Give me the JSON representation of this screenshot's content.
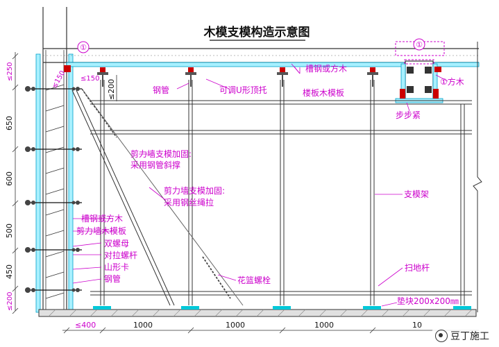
{
  "title": "木模支模构造示意图",
  "marker": "①",
  "labels": {
    "steel_pipe": "钢管",
    "adjustable_u_support": "可调U形顶托",
    "channel_or_timber": "槽钢或方木",
    "floor_formwork": "楼板木模板",
    "channel_or_timber_right": "①方木",
    "step_clamp": "步步紧",
    "brace1_line1": "剪力墙支模加固:",
    "brace1_line2": "采用钢管斜撑",
    "brace2_line1": "剪力墙支模加固:",
    "brace2_line2": "采用钢丝绳拉",
    "support_frame": "支模架",
    "left_channel": "槽钢或方木",
    "wall_formwork": "剪力墙木模板",
    "double_nut": "双螺母",
    "tie_bolt": "对拉螺杆",
    "mountain_clip": "山形卡",
    "steel_pipe_left": "钢管",
    "turnbuckle": "花篮螺栓",
    "sweep_bar": "扫地杆",
    "pad_block": "垫块200x200㎜"
  },
  "dimensions": {
    "left_vertical": [
      "≤250",
      "650",
      "600",
      "500",
      "450",
      "≤200"
    ],
    "top_small": [
      "≤150",
      "≤150",
      "≤200"
    ],
    "bottom": [
      "≤400",
      "1000",
      "1000",
      "1000",
      "10"
    ]
  },
  "watermark": "豆丁施工"
}
